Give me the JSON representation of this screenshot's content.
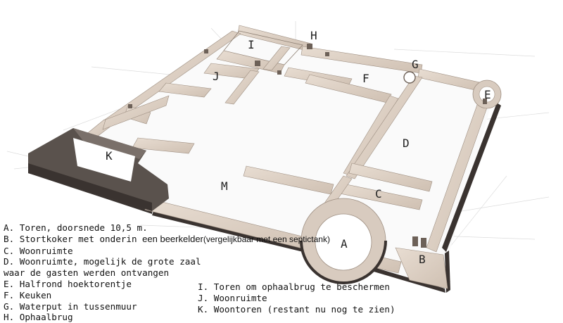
{
  "map_labels": {
    "A": "A",
    "B": "B",
    "C": "C",
    "D": "D",
    "E": "E",
    "F": "F",
    "G": "G",
    "H": "H",
    "I": "I",
    "J": "J",
    "K": "K",
    "M": "M"
  },
  "legend_left": [
    "A. Toren, doorsnede 10,5 m.",
    "B. Stortkoker met onderin",
    "C. Woonruimte",
    "D. Woonruimte, mogelijk de grote zaal",
    "waar de gasten werden ontvangen",
    "E. Halfrond hoektorentje",
    "F. Keuken",
    "G. Waterput in tussenmuur",
    "H. Ophaalbrug"
  ],
  "legend_b_extra": "een beerkelder",
  "legend_b_note": "(vergelijkbaar met een septictank)",
  "legend_right": [
    "I. Toren om ophaalbrug te beschermen",
    "J. Woonruimte",
    "K. Woontoren (restant nu nog te zien)"
  ]
}
